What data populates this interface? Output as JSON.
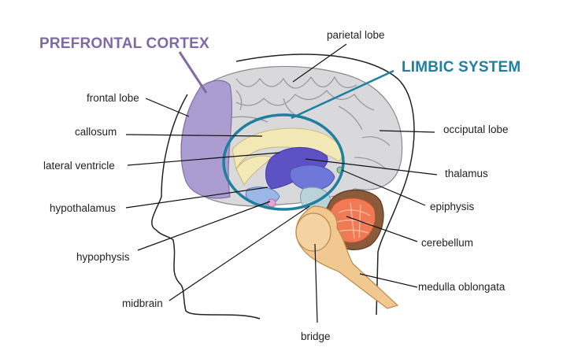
{
  "headings": {
    "prefrontal": "PREFRONTAL CORTEX",
    "limbic": "LIMBIC SYSTEM"
  },
  "labels": {
    "parietal_lobe": "parietal lobe",
    "frontal_lobe": "frontal lobe",
    "callosum": "callosum",
    "lateral_ventricle": "lateral ventricle",
    "hypothalamus": "hypothalamus",
    "hypophysis": "hypophysis",
    "midbrain": "midbrain",
    "occipital_lobe": "occiputal lobe",
    "thalamus": "thalamus",
    "epiphysis": "epiphysis",
    "cerebellum": "cerebellum",
    "medulla_oblongata": "medulla oblongata",
    "bridge": "bridge"
  },
  "colors": {
    "prefrontal": "#7f6aa3",
    "limbic": "#1e7fa0",
    "prefrontal_region": "#a99ad2",
    "cortex": "#d9d9dc",
    "callosum": "#f3e9b6",
    "ventricle": "#5d52c4",
    "cerebellum": "#f07a55",
    "brainstem": "#f2c891",
    "leader": "#111111"
  }
}
